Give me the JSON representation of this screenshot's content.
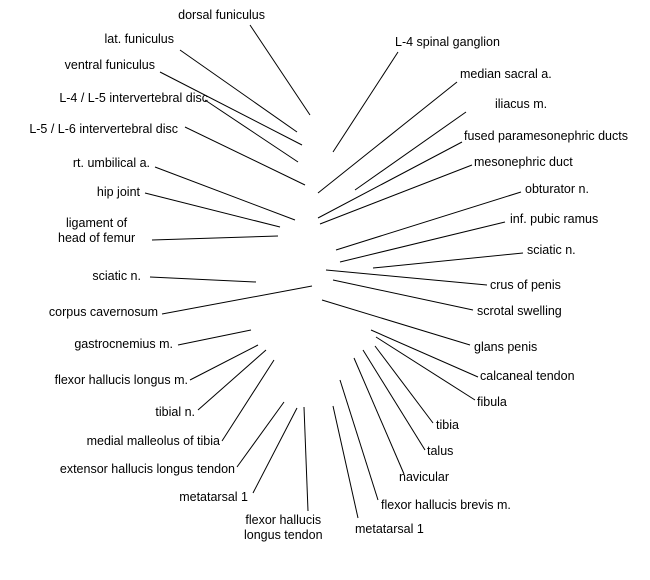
{
  "labels": {
    "dorsal_funiculus": "dorsal funiculus",
    "lat_funiculus": "lat. funiculus",
    "ventral_funiculus": "ventral funiculus",
    "l4_l5_disc": "L-4 / L-5 intervertebral disc",
    "l5_l6_disc": "L-5 / L-6 intervertebral disc",
    "rt_umbilical_a": "rt. umbilical a.",
    "hip_joint": "hip joint",
    "ligament_head_femur_1": "ligament of",
    "ligament_head_femur_2": "head of femur",
    "sciatic_n_left": "sciatic n.",
    "corpus_cavernosum": "corpus cavernosum",
    "gastrocnemius_m": "gastrocnemius m.",
    "flexor_hallucis_longus_m": "flexor hallucis longus m.",
    "tibial_n": "tibial n.",
    "medial_malleolus": "medial malleolus of tibia",
    "extensor_hallucis_longus": "extensor hallucis longus tendon",
    "metatarsal_1_left": "metatarsal 1",
    "flexor_hallucis_longus_tendon_1": "flexor hallucis",
    "flexor_hallucis_longus_tendon_2": "longus tendon",
    "metatarsal_1_bottom": "metatarsal 1",
    "l4_spinal_ganglion": "L-4 spinal ganglion",
    "median_sacral_a": "median sacral a.",
    "iliacus_m": "iliacus m.",
    "fused_paramesonephric": "fused paramesonephric ducts",
    "mesonephric_duct": "mesonephric duct",
    "obturator_n": "obturator n.",
    "inf_pubic_ramus": "inf. pubic ramus",
    "sciatic_n_right": "sciatic n.",
    "crus_of_penis": "crus of penis",
    "scrotal_swelling": "scrotal swelling",
    "glans_penis": "glans penis",
    "calcaneal_tendon": "calcaneal tendon",
    "fibula": "fibula",
    "tibia": "tibia",
    "talus": "talus",
    "navicular": "navicular",
    "flexor_hallucis_brevis_m": "flexor hallucis brevis m."
  },
  "colors": {
    "ink": "#000000",
    "background": "#ffffff"
  }
}
